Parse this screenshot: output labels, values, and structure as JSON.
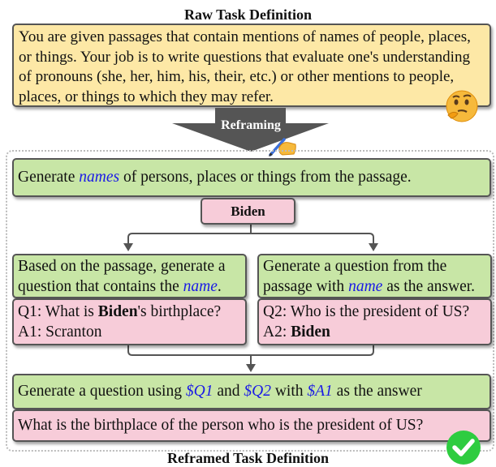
{
  "raw_title": "Raw Task Definition",
  "raw_definition": "You are given passages that contain mentions of names of people, places, or things. Your job is to write questions that evaluate one's understanding of pronouns (she, her, him, his, their, etc.) or other mentions to people, places, or things to which they may refer.",
  "reframing_label": "Reframing",
  "step1": {
    "prefix": "Generate ",
    "name": "names",
    "suffix": " of persons, places or things from the passage."
  },
  "entity": "Biden",
  "left_instruction": {
    "prefix": "Based on the passage, generate a question that contains the ",
    "name": "name",
    "suffix": "."
  },
  "right_instruction": {
    "prefix": "Generate a question from the passage with ",
    "name": "name",
    "suffix": " as the answer."
  },
  "left_qa": {
    "q_prefix": "Q1: What is ",
    "q_bold": "Biden",
    "q_suffix": "'s birthplace?",
    "a": "A1: Scranton"
  },
  "right_qa": {
    "q": "Q2: Who is the president of US?",
    "a_prefix": "A2: ",
    "a_bold": "Biden"
  },
  "final_instruction": {
    "p1": "Generate a question using ",
    "v1": "$Q1",
    "p2": " and ",
    "v2": "$Q2",
    "p3": " with ",
    "v3": "$A1",
    "p4": " as the answer"
  },
  "final_output": "What is the birthplace of the person who is the president of US?",
  "reframed_title": "Reframed Task Definition",
  "icons": {
    "thinking": "thinking-face-emoji",
    "writing": "writing-hand-emoji",
    "check": "check-mark-emoji"
  }
}
